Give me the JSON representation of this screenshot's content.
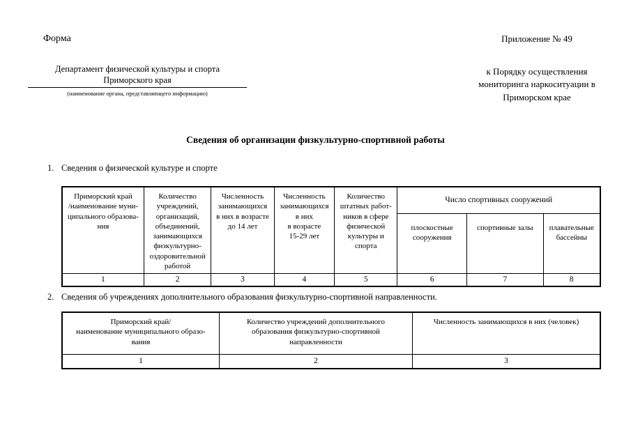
{
  "header": {
    "form_label": "Форма",
    "org_name": "Департамент физической культуры и спорта\nПриморского края",
    "org_caption": "(наименование органа, представляющего информацию)",
    "annex_number": "Приложение № 49",
    "annex_text": "к Порядку осуществления\nмониторинга наркоситуации в\nПриморском крае",
    "title": "Сведения об организации физкультурно-спортивной работы"
  },
  "section1": {
    "number": "1.",
    "heading": "Сведения о физической культуре и спорте"
  },
  "section2": {
    "number": "2.",
    "heading": "Сведения об учреждениях дополнительного образования физкультурно-спортивной направленности."
  },
  "table1": {
    "main_headers": [
      "Приморский край\n/наименование муни-\nципального образова-\nния",
      "Количество\nучреждений,\nорганизаций,\nобъединений,\nзанимающихся\nфизкультурно-\nоздоровительной\nработой",
      "Численность\nзанимающихся\nв них в возрасте\nдо 14 лет",
      "Численность\nзанимающихся\nв них\nв возрасте\n15-29 лет",
      "Количество\nштатных работ-\nников в сфере\nфизической\nкультуры и\nспорта"
    ],
    "group_header": "Число спортивных сооружений",
    "sub_headers": [
      "плоскостные\nсооружения",
      "спортивные залы",
      "плавательные\nбассейны"
    ],
    "column_numbers": [
      "1",
      "2",
      "3",
      "4",
      "5",
      "6",
      "7",
      "8"
    ]
  },
  "table2": {
    "headers": [
      "Приморский край/\nнаименование муниципального образо-\nвания",
      "Количество учреждений дополнительного\nобразования физкультурно-спортивной\nнаправленности",
      "Численность занимающихся в них (человек)"
    ],
    "column_numbers": [
      "1",
      "2",
      "3"
    ]
  }
}
